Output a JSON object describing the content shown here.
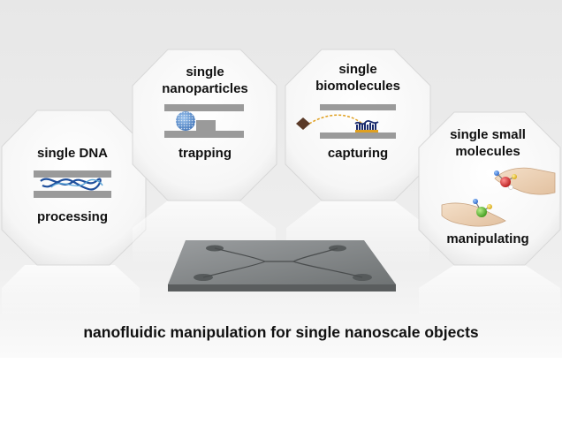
{
  "panels": {
    "dna": {
      "title": "single DNA",
      "action": "processing"
    },
    "nanoparticles": {
      "title_line1": "single",
      "title_line2": "nanoparticles",
      "action": "trapping"
    },
    "biomolecules": {
      "title_line1": "single",
      "title_line2": "biomolecules",
      "action": "capturing"
    },
    "small_molecules": {
      "title_line1": "single small",
      "title_line2": "molecules",
      "action": "manipulating"
    }
  },
  "caption": "nanofluidic manipulation for single nanoscale objects",
  "colors": {
    "channel_wall": "#9a9a9a",
    "chip": "#7f8384",
    "dna_strand": "#1f4f9c",
    "dna_strand_light": "#5aa5d8",
    "nanoparticle": "#4f86c6",
    "biomolecule": "#1a2b6d",
    "capture_linker": "#e0a020"
  }
}
